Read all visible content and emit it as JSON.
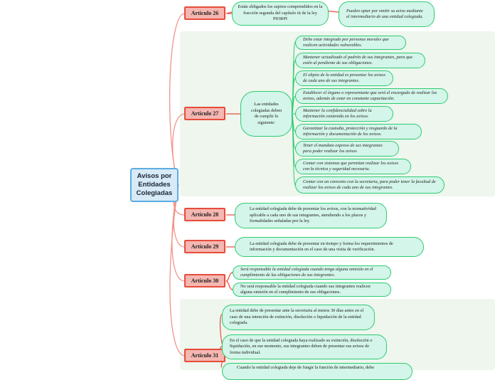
{
  "root": {
    "label": "Avisos por Entidades Colegiadas"
  },
  "art26": {
    "label": "Artículo 26",
    "items": [
      "Están obligados los sujetos comprendidos en la fracción segunda del capítulo iii de la ley PIORPI",
      "Pueden optar por emitir su aviso mediante el intermediario de una entidad colegiada."
    ]
  },
  "art27": {
    "label": "Artículo 27",
    "hub": "Las entidades colegiadas deben de cumplir lo siguiente:",
    "items": [
      "Debe estar integrado por personas morales que realicen actividades vulnerables.",
      "Mantener actualizado el padrón de sus integrantes, para que estén al pendiente de sus obligaciones.",
      "El objeto de la entidad es presentar los avisos de cada uno de sus integrantes.",
      "Establecer el órgano o representante que será el encargado de realizar los avisos, además de estar en constante capacitación.",
      "Mantener la confidencialidad sobre la información contenida en los avisos.",
      "Garantizar la custodia, protección y resguardo de la información y documentación de los avisos.",
      "Tener el mandato expreso de sus integrantes para poder realizar los avisos",
      "Contar con sistemas que permitan realizar los avisos con la técnica y seguridad necesaria.",
      "Contar con un convenio con la secretaria, para poder tener la facultad de realizar los avisos de cada uno de sus integrantes."
    ]
  },
  "art28": {
    "label": "Artículo 28",
    "items": [
      "La entidad colegiada debe de presentar los avisos, con la normatividad aplicable a cada uno de sus integrantes, atendiendo a los plazos y formalidades señaladas por la ley."
    ]
  },
  "art29": {
    "label": "Artículo 29",
    "items": [
      "La entidad colegiada debe de presentar en tiempo y forma los requerimientos de información y documentación en el caso de una visita de verificación."
    ]
  },
  "art30": {
    "label": "Artículo 30",
    "items": [
      "Será responsable la entidad colegiada cuando tenga alguna omisión en el cumplimiento de las obligaciones de sus integrantes.",
      "No será responsable la entidad colegiada cuando sus integrantes realicen alguna omisión en el cumplimiento de sus obligaciones."
    ]
  },
  "art31": {
    "label": "Artículo 31",
    "items": [
      "La entidad debe de presentar ante la secretaria al menos 30 días antes en el caso de una intención de extinción, disolución o liquidación de la entidad colegiada.",
      "En el caso de que la entidad colegiada haya realizado su extinción, disolución o liquidación, en ese momento, sus integrantes deben de presentar sus avisos de forma individual.",
      "Cuando la entidad colegiada deje de fungir la función de intermediario, debe"
    ]
  }
}
